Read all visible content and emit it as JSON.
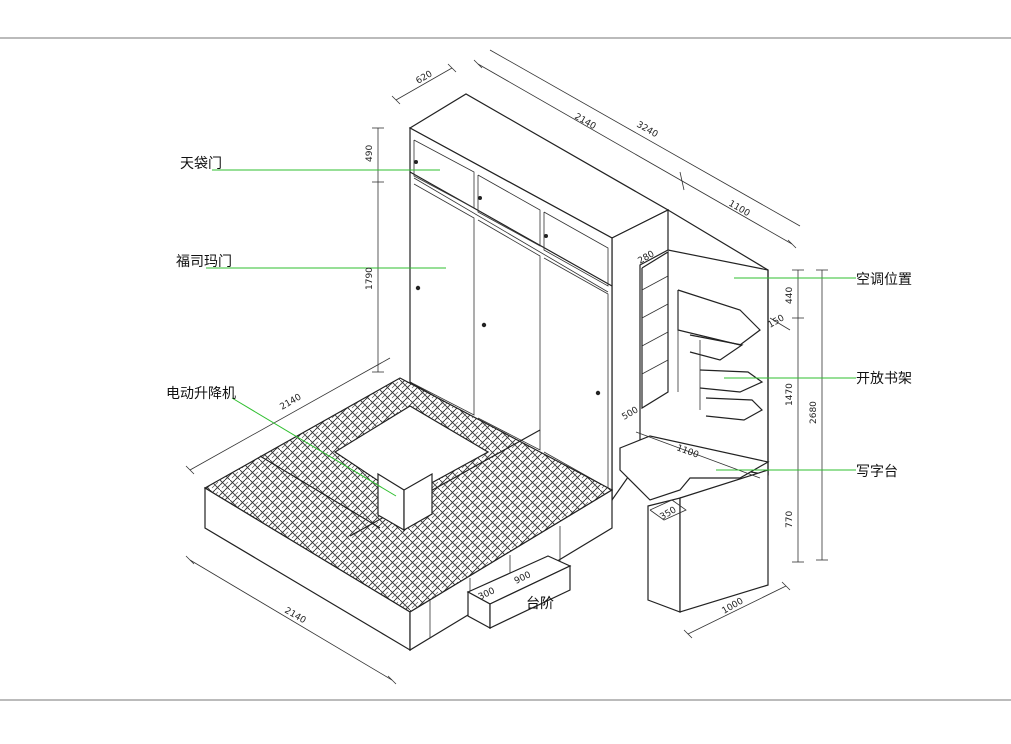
{
  "labels": {
    "top_cabinet_door": "天袋门",
    "wardrobe_door": "福司玛门",
    "electric_lift": "电动升降机",
    "ac_position": "空调位置",
    "open_bookshelf": "开放书架",
    "writing_desk": "写字台",
    "step": "台阶"
  },
  "dimensions": {
    "wardrobe_depth": "620",
    "wardrobe_width_top": "2140",
    "overall_width_top": "3240",
    "desk_side_top": "1100",
    "top_cabinet_height": "490",
    "wardrobe_door_height": "1790",
    "platform_side_left": "2140",
    "platform_front": "2140",
    "shelf_depth": "280",
    "ac_height": "440",
    "shelf_gap": "150",
    "bookshelf_height": "1470",
    "total_height": "2680",
    "desk_height": "770",
    "desk_depth": "500",
    "desk_length": "1100",
    "desk_return": "350",
    "desk_front": "1000",
    "step_width": "900",
    "step_depth": "300"
  },
  "colors": {
    "leader": "#2fbf2f",
    "line": "#222222"
  }
}
